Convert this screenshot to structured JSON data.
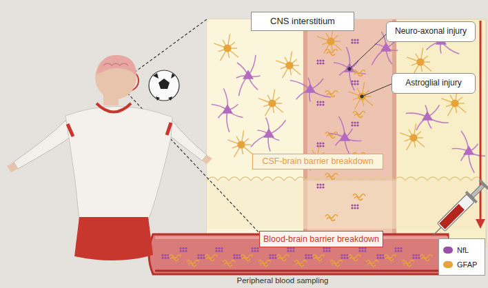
{
  "diagram": {
    "nodes": [
      {
        "text": [
          "CNS interstitium"
        ]
      },
      {
        "text": [
          "Neuro-axonal injury"
        ]
      },
      {
        "text": [
          "Astroglial injury"
        ]
      },
      {
        "text": [
          "CSF-brain barrier breakdown"
        ]
      },
      {
        "text": [
          "Blood-brain barrier breakdown"
        ]
      }
    ],
    "labels": [
      "Peripheral blood sampling"
    ],
    "legend": [
      {
        "text": "NfL",
        "color": "#9a4fa8"
      },
      {
        "text": "GFAP",
        "color": "#e6a33c"
      }
    ]
  }
}
